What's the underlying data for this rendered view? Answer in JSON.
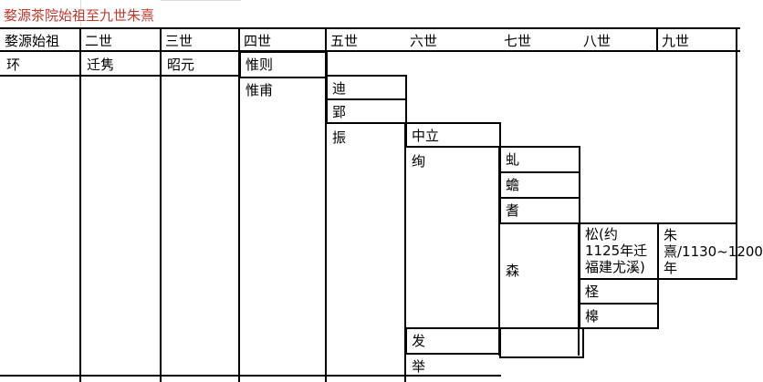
{
  "title": "婺源茶院始祖至九世朱熹",
  "headers": [
    "婺源始祖",
    "二世",
    "三世",
    "四世",
    "五世",
    "六世",
    "七世",
    "八世",
    "九世"
  ],
  "people": {
    "gen1": "环",
    "gen2": "迁隽",
    "gen3": "昭元",
    "gen4_a": "惟则",
    "gen4_b": "惟甫",
    "gen5_a": "迪",
    "gen5_b": "郢",
    "gen5_c": "振",
    "gen6_a": "中立",
    "gen6_b": "绚",
    "gen6_c": "发",
    "gen6_d": "举",
    "gen7_a": "虬",
    "gen7_b": "蟾",
    "gen7_c": "耆",
    "gen7_d": "森",
    "gen8_a": "松(约1125年迁福建尤溪)",
    "gen8_b": "柽",
    "gen8_c": "槔",
    "gen9_a": "朱熹/1130~1200年"
  }
}
